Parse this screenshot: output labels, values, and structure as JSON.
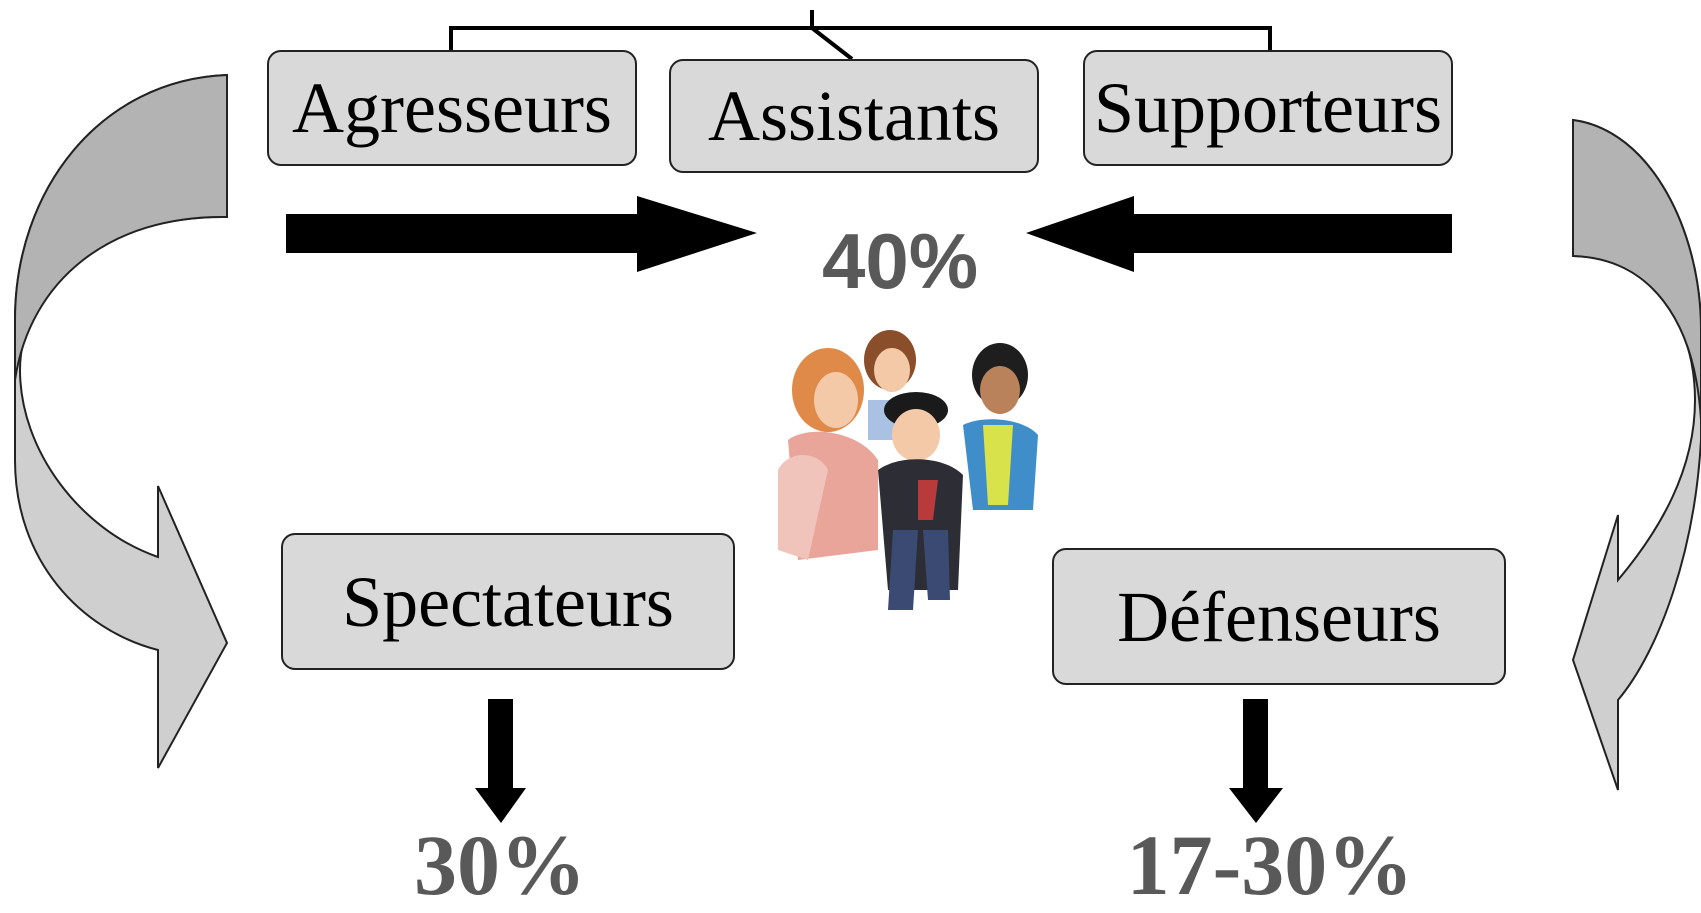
{
  "roles": {
    "agresseurs": "Agresseurs",
    "assistants": "Assistants",
    "supporteurs": "Supporteurs",
    "spectateurs": "Spectateurs",
    "defenseurs": "Défenseurs"
  },
  "percentages": {
    "top_group": "40%",
    "spectateurs": "30%",
    "defenseurs": "17-30%"
  },
  "colors": {
    "box_fill": "#d9d9d9",
    "box_border": "#222222",
    "percent_text": "#595959",
    "arrow_dark": "#000000",
    "curved_arrow_fill": "#c8c8c8"
  },
  "icons": {
    "photo": "group-of-children-illustration"
  }
}
